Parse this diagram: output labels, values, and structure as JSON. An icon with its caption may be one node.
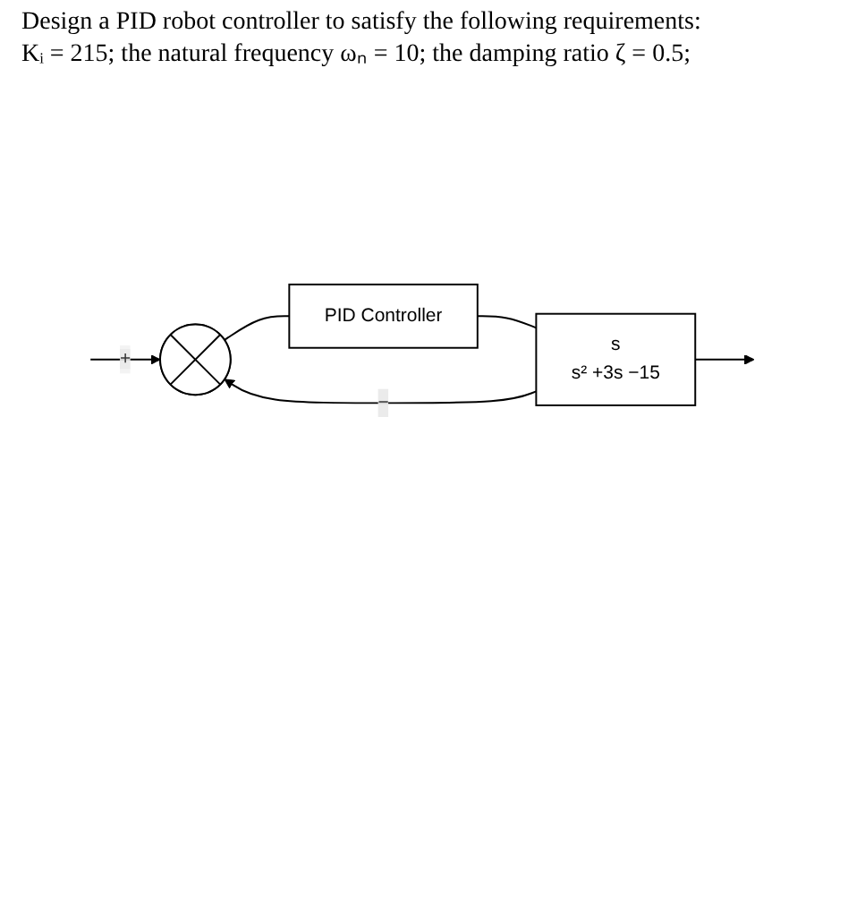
{
  "diagram": {
    "title": "Design a PID robot controller to satisfy the following requirements:",
    "nodes": [
      {
        "text": [],
        "shape": "circle"
      },
      {
        "text": [
          "PID Controller"
        ]
      },
      {
        "text": [
          "s",
          "s² +3s −15"
        ]
      }
    ],
    "edges": [
      {
        "from": null,
        "to": 0,
        "arrow": "to",
        "label": "+"
      },
      {
        "from": 0,
        "to": 1,
        "arrow": "none"
      },
      {
        "from": 1,
        "to": 2,
        "arrow": "none"
      },
      {
        "from": 2,
        "to": null,
        "arrow": "to"
      },
      {
        "from": 2,
        "to": 0,
        "arrow": "to",
        "label": "−"
      }
    ],
    "labels": [
      "Kᵢ = 215; the natural frequency ωₙ = 10; the damping ratio ζ = 0.5;"
    ]
  }
}
